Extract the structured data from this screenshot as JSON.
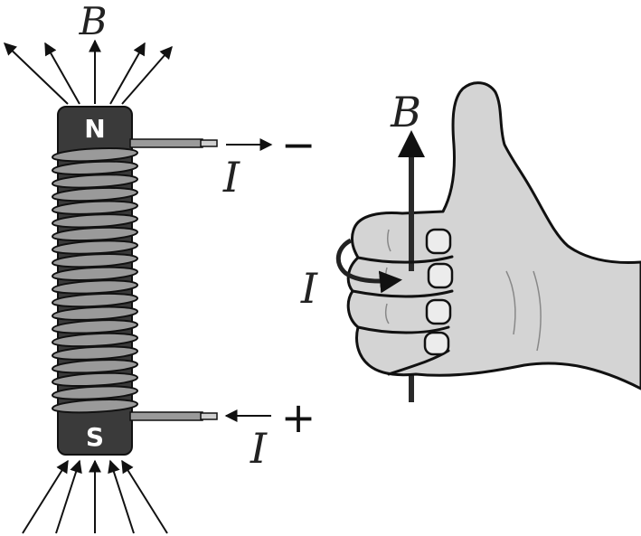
{
  "left_figure": {
    "field_label": "B",
    "north_pole": "N",
    "south_pole": "S",
    "current_label_top": "I",
    "current_label_bottom": "I",
    "negative_terminal": "−",
    "positive_terminal": "+"
  },
  "right_figure": {
    "field_label": "B",
    "current_label": "I"
  },
  "colors": {
    "core": "#3a3a3a",
    "coil": "#9a9a9a",
    "hand": "#d4d4d4",
    "outline": "#111111"
  },
  "icons": [
    "solenoid-diagram",
    "right-hand-grip-rule"
  ]
}
